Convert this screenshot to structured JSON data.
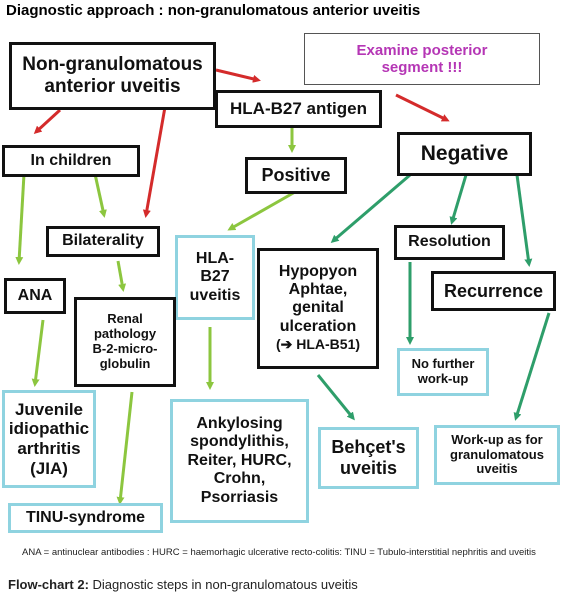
{
  "title": "Diagnostic approach : non-granulomatous anterior uveitis",
  "colors": {
    "red": "#d42b2b",
    "light_green": "#8cc63f",
    "dark_green": "#2e9e6a",
    "magenta": "#b536b5",
    "cyan_border": "#8fd3e0"
  },
  "nodes": {
    "root": [
      "Non-granulomatous",
      "anterior uveitis"
    ],
    "examine": [
      "Examine posterior",
      "segment !!!"
    ],
    "hla": "HLA-B27 antigen",
    "negative": "Negative",
    "children": "In children",
    "positive": "Positive",
    "bilaterality": "Bilaterality",
    "hla_uveitis": [
      "HLA-",
      "B27",
      "uveitis"
    ],
    "hypopyon": [
      "Hypopyon",
      "Aphtae,",
      "genital",
      "ulceration",
      "(➔ HLA-B51)"
    ],
    "resolution": "Resolution",
    "recurrence": "Recurrence",
    "ana": "ANA",
    "renal": [
      "Renal",
      "pathology",
      "B-2-micro-",
      "globulin"
    ],
    "no_further": [
      "No further",
      "work-up"
    ],
    "jia": [
      "Juvenile",
      "idiopathic",
      "arthritis",
      "(JIA)"
    ],
    "ankylosing": [
      "Ankylosing",
      "spondylithis,",
      "Reiter, HURC,",
      "Crohn,",
      "Psorriasis"
    ],
    "behcet": [
      "Behçet's",
      "uveitis"
    ],
    "workup_gran": [
      "Work-up as for",
      "granulomatous",
      "uveitis"
    ],
    "tinu": "TINU-syndrome"
  },
  "footnote": "ANA = antinuclear antibodies : HURC = haemorhagic ulcerative recto-colitis: TINU = Tubulo-interstitial nephritis and uveitis",
  "caption": {
    "label": "Flow-chart 2:",
    "text": " Diagnostic steps in non-granulomatous uveitis"
  }
}
